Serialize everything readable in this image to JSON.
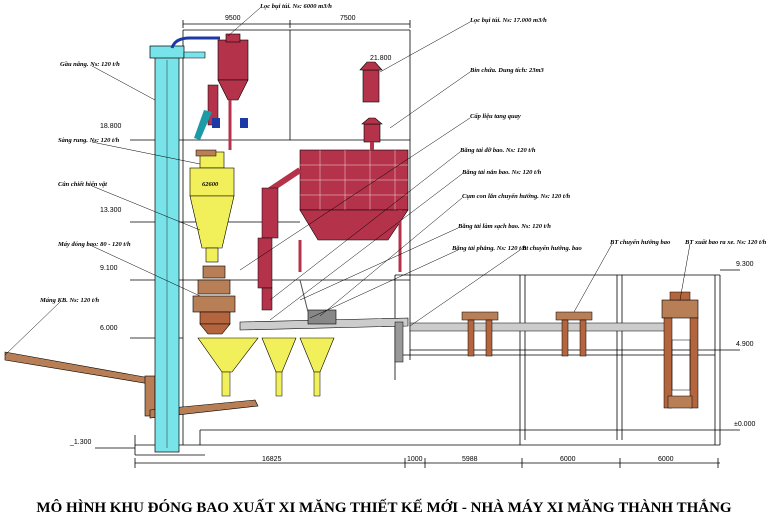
{
  "title": "MÔ HÌNH KHU ĐÓNG BAO XUẤT XI MĂNG THIẾT KẾ MỚI - NHÀ MÁY XI MĂNG THÀNH THẮNG",
  "labels": {
    "filter1": "Lọc bụi túi. Ns: 6000 m3/h",
    "filter2": "Lọc bụi túi. Ns: 17.000 m3/h",
    "bucket_elevator": "Gầu nâng. Ns: 120 t/h",
    "silo": "Bin chứa. Dung tích: 23m3",
    "rotary_feeder": "Cấp liệu tang quay",
    "screen": "Sàng rung. Ns: 120 t/h",
    "belt_bag_out": "Băng tải đỡ bao. Ns: 120 t/h",
    "belt_clean": "Băng tải nắn bao. Ns: 120 t/h",
    "diverter": "Cụm con lăn chuyển hướng. Ns: 120 t/h",
    "pre_pack_bin": "Cân chiết hiển vật",
    "belt_clean2": "Băng tải làm sạch bao. Ns: 120 t/h",
    "packer": "Máy đóng bao: 80 - 120 t/h",
    "flat_belt": "Băng tải phẳng. Ns: 120 t/h",
    "bt_direction": "Bt chuyển hướng. bao",
    "bt_direction2": "BT chuyển hướng bao",
    "bt_truck": "BT xuất bao ra xe. Ns: 120 t/h",
    "return_belt": "Máng KB. Ns: 120 t/h",
    "silo_mark": "62600"
  },
  "dimensions": {
    "top_left": "9500",
    "top_right": "7500",
    "bottom_1": "16825",
    "bottom_2": "1000",
    "bottom_3": "5988",
    "bottom_4": "6000",
    "bottom_5": "6000"
  },
  "elevations": {
    "e21": "21.800",
    "e18": "18.800",
    "e13": "13.300",
    "e9l": "9.100",
    "e9r": "9.300",
    "e6": "6.000",
    "e4": "4.900",
    "e0": "±0.000",
    "em1": "_1.300"
  },
  "colors": {
    "elevator": "#79e3ea",
    "silo_yellow": "#f2f05a",
    "maroon": "#b4334a",
    "tan": "#b87e55",
    "rust": "#b5653e",
    "blue_drive": "#1c3aa6"
  }
}
